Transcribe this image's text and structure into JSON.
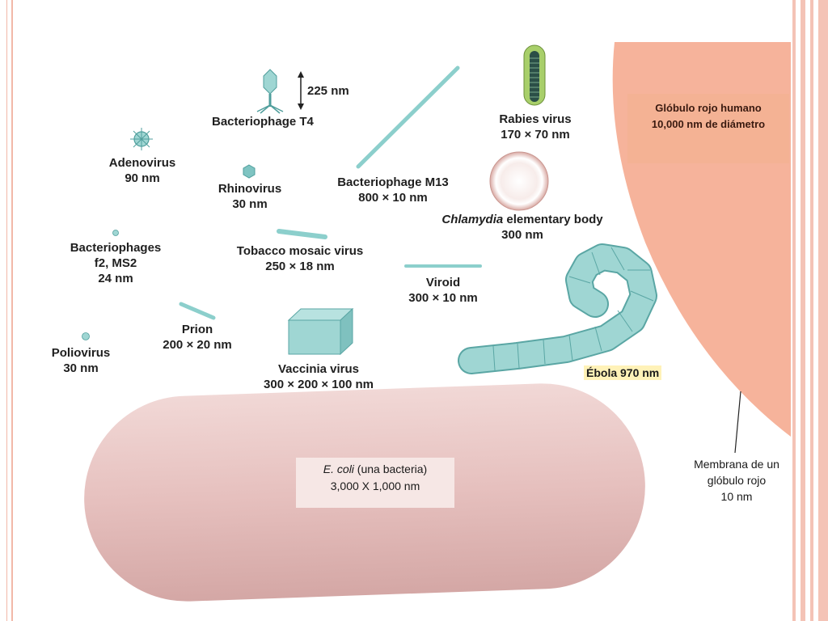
{
  "labels": {
    "t4": {
      "name": "Bacteriophage T4",
      "size": "225 nm"
    },
    "adenovirus": {
      "name": "Adenovirus",
      "size": "90 nm"
    },
    "rhinovirus": {
      "name": "Rhinovirus",
      "size": "30 nm"
    },
    "m13": {
      "name": "Bacteriophage M13",
      "size": "800 × 10 nm"
    },
    "rabies": {
      "name": "Rabies virus",
      "size": "170 × 70 nm"
    },
    "chlamydia": {
      "name_italic": "Chlamydia",
      "name_rest": " elementary body",
      "size": "300 nm"
    },
    "f2": {
      "name1": "Bacteriophages",
      "name2": "f2, MS2",
      "size": "24 nm"
    },
    "tmv": {
      "name": "Tobacco mosaic virus",
      "size": "250 × 18 nm"
    },
    "viroid": {
      "name": "Viroid",
      "size": "300 × 10 nm"
    },
    "prion": {
      "name": "Prion",
      "size": "200 × 20 nm"
    },
    "polio": {
      "name": "Poliovirus",
      "size": "30 nm"
    },
    "vaccinia": {
      "name": "Vaccinia virus",
      "size": "300 × 200 × 100 nm"
    },
    "ebola": {
      "name": "Ébola 970 nm"
    },
    "rbc": {
      "line1": "Glóbulo rojo humano",
      "line2": "10,000  nm de diámetro"
    },
    "ecoli": {
      "name_italic": "E. coli",
      "name_rest": " (una bacteria)",
      "size": "3,000  X 1,000  nm"
    },
    "membrane": {
      "line1": "Membrana de un",
      "line2": "glóbulo rojo",
      "line3": "10 nm"
    }
  },
  "colors": {
    "virus_fill": "#9fd6d3",
    "virus_stroke": "#5aa6a4",
    "rbc": "#f6b39b",
    "ecoli": "#e9c6c4",
    "frame": "#f4c3b6"
  }
}
